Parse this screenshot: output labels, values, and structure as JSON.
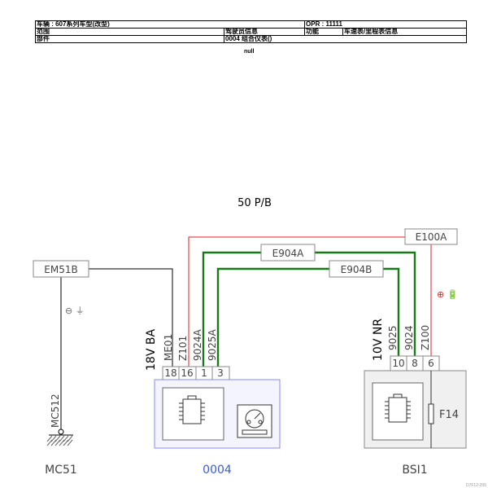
{
  "header": {
    "row1": {
      "vehicle": "车辆 : 607系列车型(改型)",
      "opr": "OPR : 11111"
    },
    "row2": {
      "scope": "范围",
      "driver_info": "驾驶员信息",
      "function_label": "功能",
      "function_value": "车速表/里程表信息"
    },
    "row3": {
      "part": "部件",
      "part_value": "0004 组合仪表()"
    },
    "null_text": "null"
  },
  "diagram": {
    "title": "50 P/B",
    "boxes": {
      "em51b": "EM51B",
      "e100a": "E100A",
      "e904a": "E904A",
      "e904b": "E904B"
    },
    "wire_labels_left": {
      "voltage": "18V BA",
      "me01": "ME01",
      "z101": "Z101",
      "w9024a": "9024A",
      "w9025a": "9025A"
    },
    "wire_labels_right": {
      "voltage": "10V NR",
      "w9025": "9025",
      "w9024": "9024",
      "z100": "Z100"
    },
    "pins_left": [
      "18",
      "16",
      "1",
      "3"
    ],
    "pins_right": [
      "10",
      "8",
      "6"
    ],
    "ground_symbol": "⊖ ⏚",
    "battery_symbol": "⊕ 🔋",
    "mc512": "MC512",
    "f14": "F14",
    "components": {
      "mc51": "MC51",
      "c0004": "0004",
      "bsi1": "BSI1"
    },
    "corner_code": "D7F12-205"
  },
  "colors": {
    "red": "#e02020",
    "green": "#1a7a1a",
    "blue_box": "#8a8aee",
    "blue_text": "#3a5ad8",
    "gray_box": "#888888"
  }
}
